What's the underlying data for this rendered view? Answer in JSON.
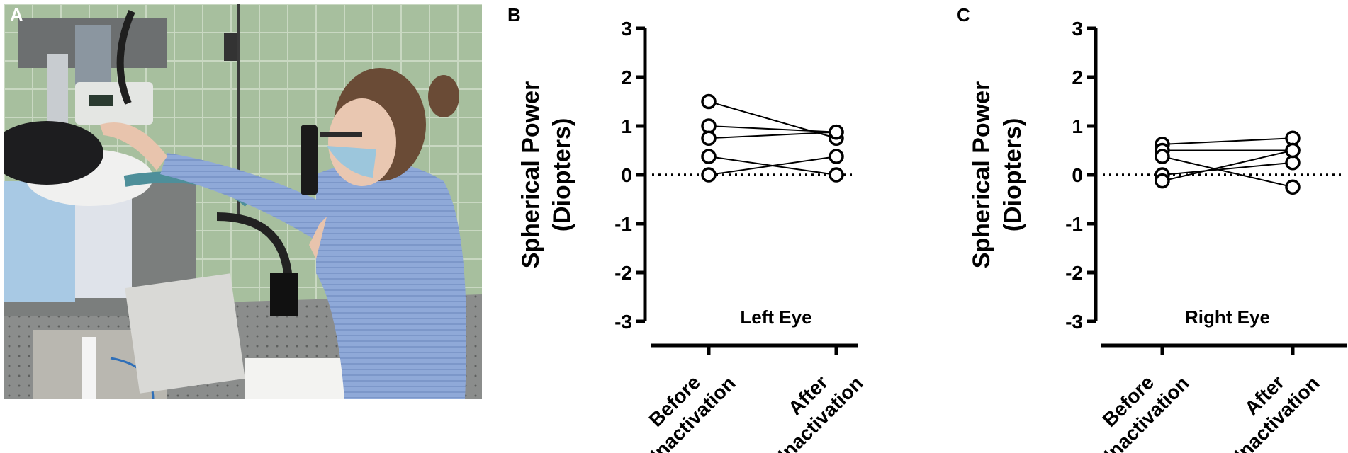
{
  "panels": {
    "a": "A",
    "b": "B",
    "c": "C"
  },
  "chart_data": [
    {
      "type": "scatter",
      "title": "",
      "panel_label": "B",
      "ylabel": "Spherical Power (Diopters)",
      "ylabel_lines": [
        "Spherical Power",
        "(Diopters)"
      ],
      "annotation": "Left Eye",
      "categories": [
        "Before Inactivation",
        "After Inactivation"
      ],
      "category_lines": [
        [
          "Before",
          "Inactivation"
        ],
        [
          "After",
          "Inactivation"
        ]
      ],
      "yticks": [
        "3",
        "2",
        "1",
        "0",
        "-1",
        "-2",
        "-3"
      ],
      "ylim": [
        -3,
        3
      ],
      "reference_line": 0,
      "series": [
        {
          "values": [
            1.5,
            0.75
          ]
        },
        {
          "values": [
            1.0,
            0.875
          ]
        },
        {
          "values": [
            0.75,
            0.875
          ]
        },
        {
          "values": [
            0.375,
            0.0
          ]
        },
        {
          "values": [
            0.0,
            0.375
          ]
        }
      ]
    },
    {
      "type": "scatter",
      "title": "",
      "panel_label": "C",
      "ylabel": "Spherical Power (Diopters)",
      "ylabel_lines": [
        "Spherical Power",
        "(Diopters)"
      ],
      "annotation": "Right Eye",
      "categories": [
        "Before Inactivation",
        "After Inactivation"
      ],
      "category_lines": [
        [
          "Before",
          "Inactivation"
        ],
        [
          "After",
          "Inactivation"
        ]
      ],
      "yticks": [
        "3",
        "2",
        "1",
        "0",
        "-1",
        "-2",
        "-3"
      ],
      "ylim": [
        -3,
        3
      ],
      "reference_line": 0,
      "series": [
        {
          "values": [
            0.625,
            0.75
          ]
        },
        {
          "values": [
            0.5,
            0.5
          ]
        },
        {
          "values": [
            0.375,
            -0.25
          ]
        },
        {
          "values": [
            0.0,
            0.25
          ]
        },
        {
          "values": [
            -0.125,
            0.5
          ]
        }
      ]
    }
  ],
  "colors": {
    "ink": "#000000",
    "marker_fill": "#ffffff"
  }
}
